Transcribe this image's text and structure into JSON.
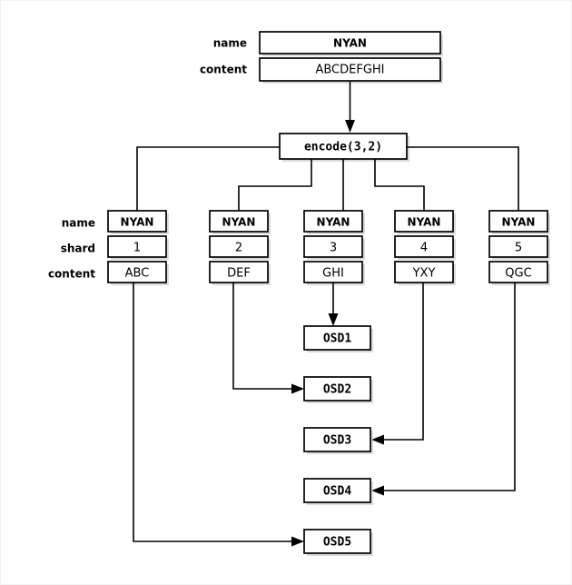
{
  "diagram": {
    "title_object": {
      "row_labels": [
        "name",
        "content"
      ],
      "name_value": "NYAN",
      "content_value": "ABCDEFGHI"
    },
    "encoder": {
      "label": "encode(3,2)"
    },
    "shard_row_labels": [
      "name",
      "shard",
      "content"
    ],
    "shards": [
      {
        "name": "NYAN",
        "shard": "1",
        "content": "ABC",
        "target": "OSD5"
      },
      {
        "name": "NYAN",
        "shard": "2",
        "content": "DEF",
        "target": "OSD2"
      },
      {
        "name": "NYAN",
        "shard": "3",
        "content": "GHI",
        "target": "OSD1"
      },
      {
        "name": "NYAN",
        "shard": "4",
        "content": "YXY",
        "target": "OSD3"
      },
      {
        "name": "NYAN",
        "shard": "5",
        "content": "QGC",
        "target": "OSD4"
      }
    ],
    "osds": [
      {
        "label": "OSD1"
      },
      {
        "label": "OSD2"
      },
      {
        "label": "OSD3"
      },
      {
        "label": "OSD4"
      },
      {
        "label": "OSD5"
      }
    ],
    "colors": {
      "background": "#ffffff",
      "stroke": "#000000",
      "box_fill": "#ffffff",
      "shadow": "#bdbdbd"
    }
  }
}
